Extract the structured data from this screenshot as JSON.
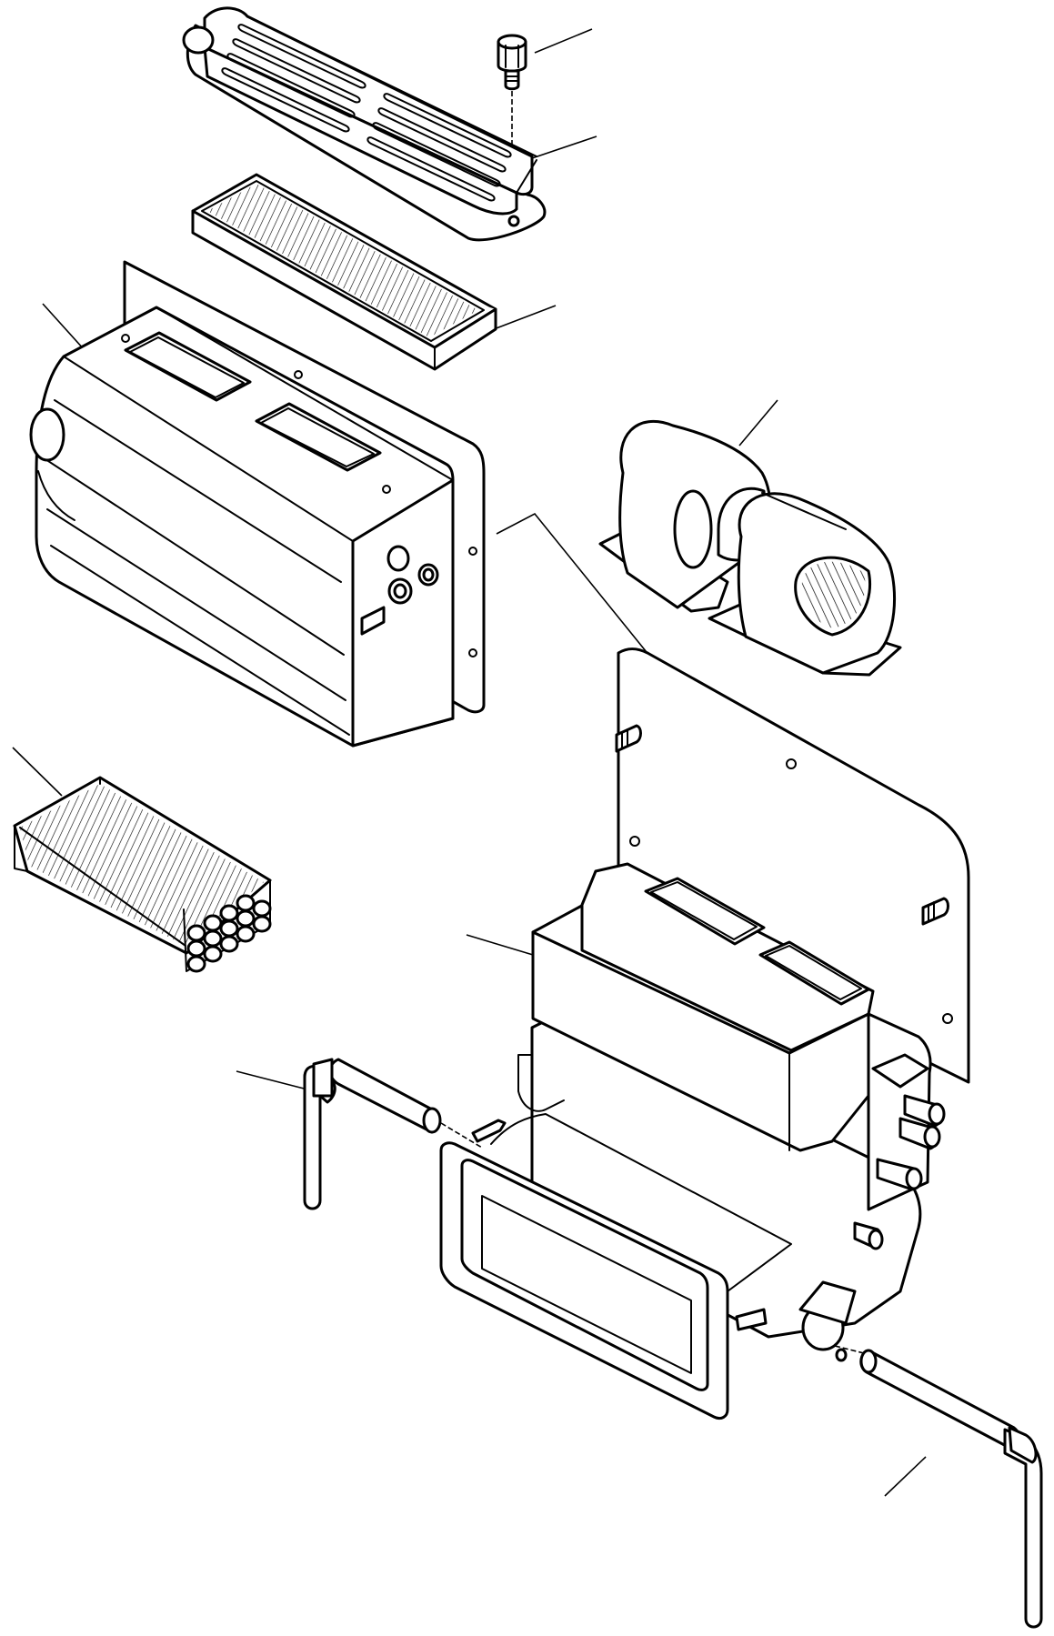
{
  "diagram": {
    "type": "exploded-parts-illustration",
    "parts": [
      {
        "id": "cover-screw",
        "icon": "screw-icon"
      },
      {
        "id": "air-intake-cover",
        "icon": "vented-cover-icon"
      },
      {
        "id": "air-filter",
        "icon": "filter-icon"
      },
      {
        "id": "heater-case-upper",
        "icon": "housing-icon"
      },
      {
        "id": "blower-fan",
        "icon": "blower-icon"
      },
      {
        "id": "heater-core",
        "icon": "radiator-core-icon"
      },
      {
        "id": "mounting-plate",
        "icon": "plate-icon"
      },
      {
        "id": "heater-unit",
        "icon": "heater-assembly-icon"
      },
      {
        "id": "inlet-pipe",
        "icon": "pipe-icon"
      },
      {
        "id": "outlet-pipe",
        "icon": "pipe-icon"
      }
    ],
    "callout_labels": []
  }
}
